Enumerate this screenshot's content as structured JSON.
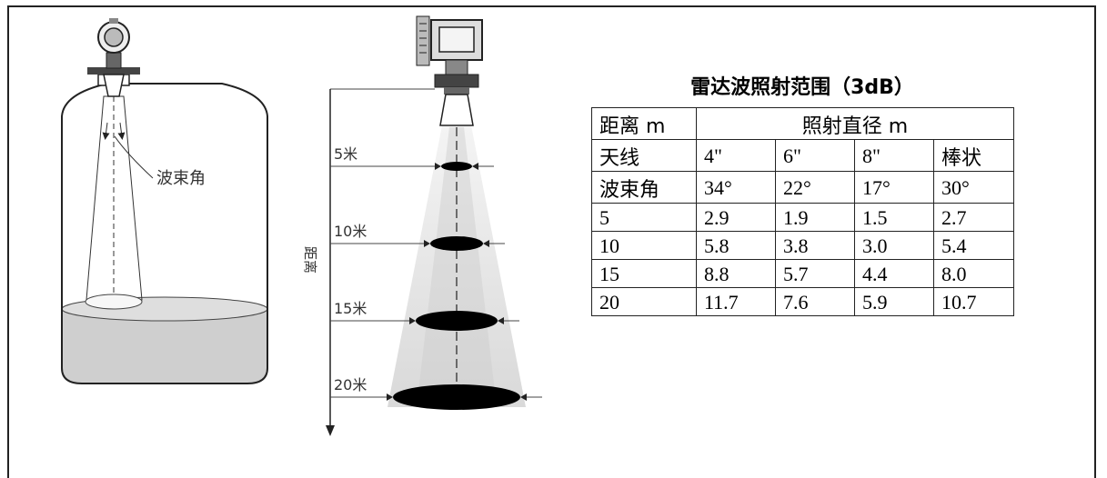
{
  "tank": {
    "beam_label": "波束角"
  },
  "beam_diagram": {
    "distance_axis_label": "距离",
    "levels": [
      {
        "label": "5米"
      },
      {
        "label": "10米"
      },
      {
        "label": "15米"
      },
      {
        "label": "20米"
      }
    ]
  },
  "table": {
    "title": "雷达波照射范围（3dB）",
    "header": {
      "col0": "距离 m",
      "span": "照射直径 m"
    },
    "antenna_row": [
      "天线",
      "4\"",
      "6\"",
      "8\"",
      "棒状"
    ],
    "beam_row": [
      "波束角",
      "34°",
      "22°",
      "17°",
      "30°"
    ],
    "rows": [
      [
        "5",
        "2.9",
        "1.9",
        "1.5",
        "2.7"
      ],
      [
        "10",
        "5.8",
        "3.8",
        "3.0",
        "5.4"
      ],
      [
        "15",
        "8.8",
        "5.7",
        "4.4",
        "8.0"
      ],
      [
        "20",
        "11.7",
        "7.6",
        "5.9",
        "10.7"
      ]
    ]
  },
  "colors": {
    "liquid": "#cfcfcf",
    "beam_fill": "#e6e6e6",
    "line": "#222222",
    "ellipse": "#000000"
  }
}
